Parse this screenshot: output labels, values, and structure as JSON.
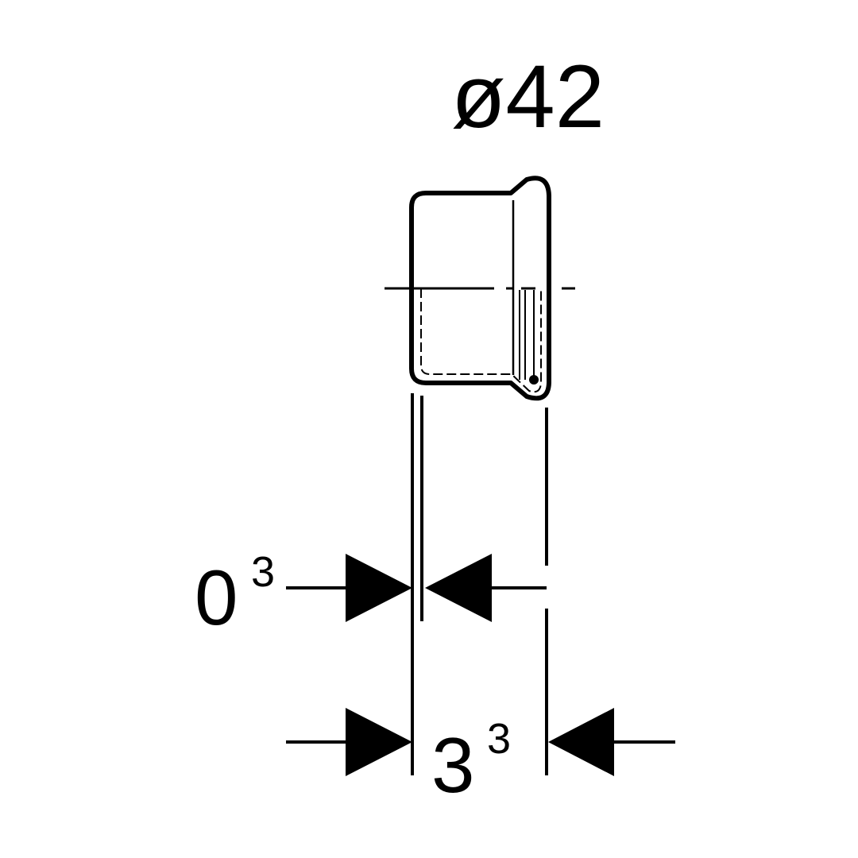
{
  "drawing": {
    "diameter_label": "ø42",
    "dim_inner": {
      "base": "0",
      "exponent": "3"
    },
    "dim_outer": {
      "base": "3",
      "exponent": "3"
    }
  },
  "colors": {
    "ink": "#000000",
    "background": "#ffffff"
  }
}
